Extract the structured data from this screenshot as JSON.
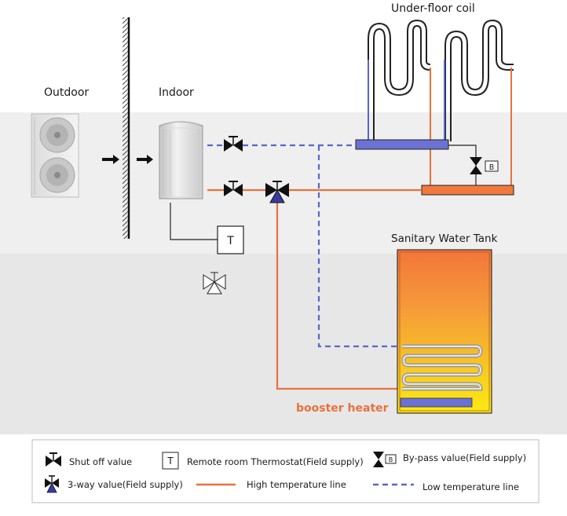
{
  "labels": {
    "outdoor": "Outdoor",
    "indoor": "Indoor",
    "under_floor_coil": "Under-floor coil",
    "sanitary_water_tank": "Sanitary Water Tank",
    "booster_heater": "booster heater",
    "thermostat_symbol": "T",
    "bypass_symbol": "B"
  },
  "legend": {
    "shut_off": "Shut off value",
    "thermostat": "Remote room Thermostat(Field supply)",
    "bypass": "By-pass value(Field supply)",
    "three_way": "3-way value(Field supply)",
    "high_temp": "High temperature line",
    "low_temp": "Low temperature line"
  },
  "colors": {
    "high_temperature_line": "#e8713c",
    "low_temperature_line": "#5a66c8",
    "booster_heater_text": "#e8713c"
  }
}
